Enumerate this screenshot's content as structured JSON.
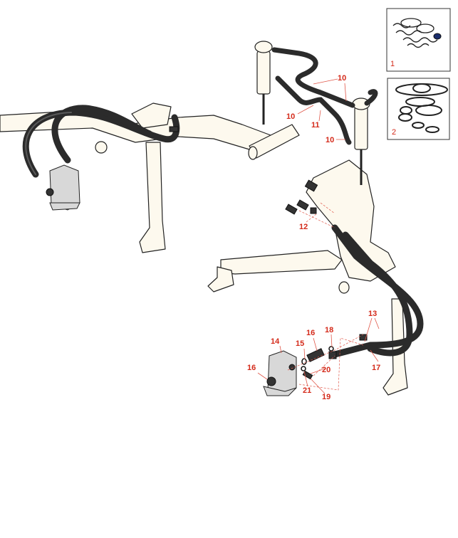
{
  "insets": [
    {
      "label": "1"
    },
    {
      "label": "2"
    }
  ],
  "callouts": {
    "c10a": "10",
    "c10b": "10",
    "c10c": "10",
    "c11": "11",
    "c12": "12",
    "c13": "13",
    "c14": "14",
    "c15": "15",
    "c16a": "16",
    "c16b": "16",
    "c17": "17",
    "c18": "18",
    "c19": "19",
    "c20": "20",
    "c21": "21"
  },
  "colors": {
    "callout": "#d42a1a",
    "hose": "#2b2b2b",
    "frame": "#fdf9ee"
  }
}
